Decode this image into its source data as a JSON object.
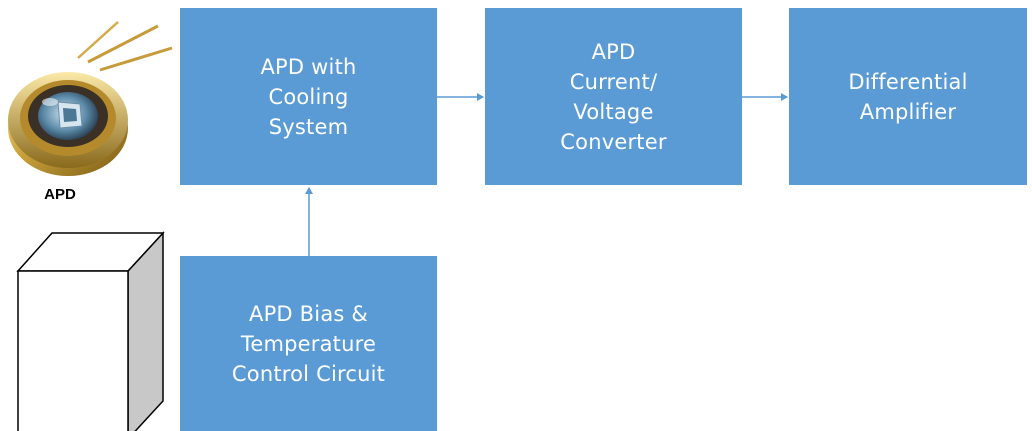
{
  "diagram": {
    "blocks": {
      "cooling": "APD with\nCooling\nSystem",
      "converter": "APD\nCurrent/\nVoltage\nConverter",
      "diffamp": "Differential\nAmplifier",
      "bias": "APD Bias &\nTemperature\nControl Circuit"
    },
    "component_label": "APD",
    "colors": {
      "block_fill": "#5b9bd5",
      "block_text": "#ffffff",
      "connector": "#5b9bd5",
      "gold": "#c9a13a"
    },
    "connections": [
      {
        "from": "APD with Cooling System",
        "to": "APD Current/Voltage Converter"
      },
      {
        "from": "APD Current/Voltage Converter",
        "to": "Differential Amplifier"
      },
      {
        "from": "APD Bias & Temperature Control Circuit",
        "to": "APD with Cooling System"
      }
    ],
    "icons": [
      "apd-photodiode-icon",
      "enclosure-box-icon"
    ]
  }
}
